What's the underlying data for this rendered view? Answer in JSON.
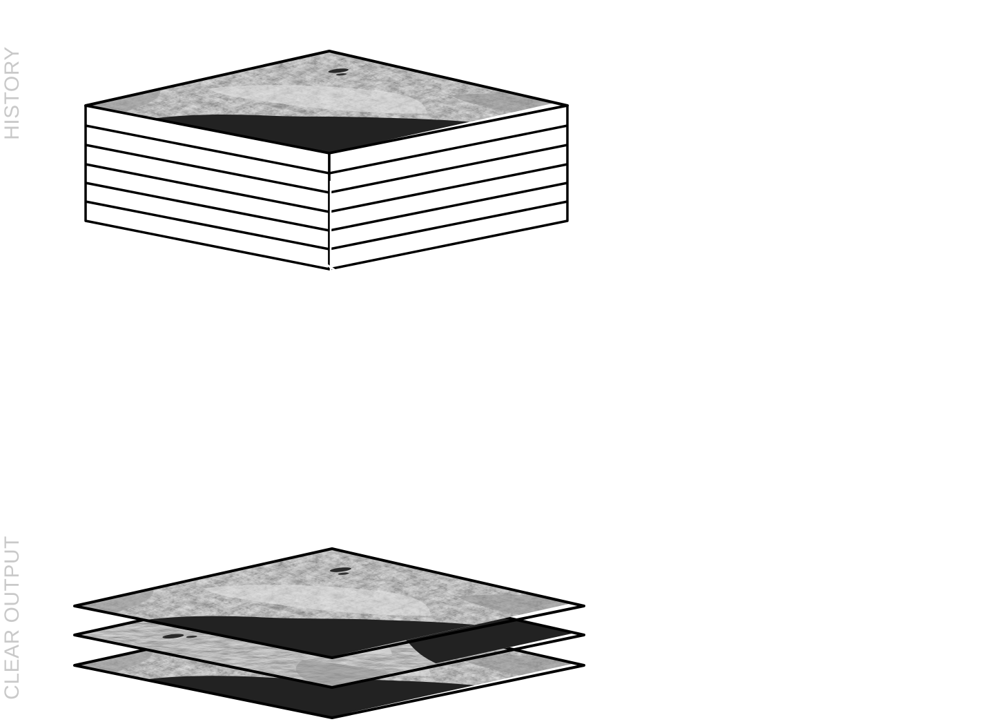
{
  "sidebar": {
    "history_label": "HISTORY",
    "clear_output_label": "CLEAR OUTPUT"
  },
  "colors": {
    "label_gray": "#c9c9c9",
    "outline": "#000000",
    "terrain_light": "#c8c8c8",
    "terrain_dark": "#262626"
  },
  "figures": {
    "top": {
      "kind": "stacked-block",
      "top_layer": "terrain-image",
      "side_stripes": 6
    },
    "bottom": {
      "kind": "exploded-stack",
      "layers": 3,
      "layer_content": "terrain-image"
    }
  }
}
